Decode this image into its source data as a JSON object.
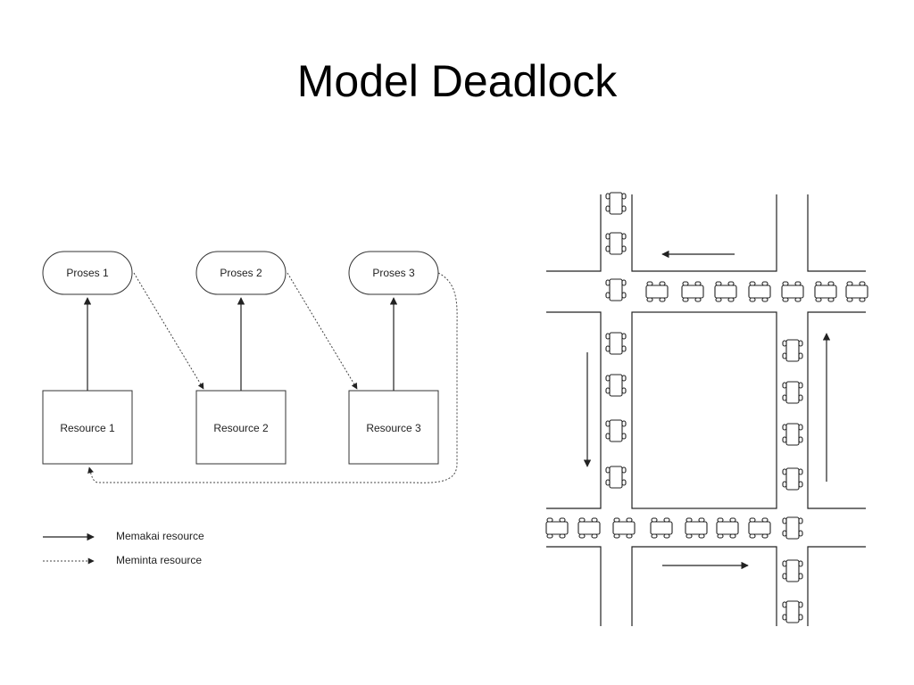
{
  "slide": {
    "title": "Model Deadlock"
  },
  "diagram": {
    "processes": [
      "Proses 1",
      "Proses 2",
      "Proses 3"
    ],
    "resources": [
      "Resource 1",
      "Resource 2",
      "Resource 3"
    ],
    "legend": {
      "holds": "Memakai resource",
      "requests": "Meminta resource"
    }
  },
  "colors": {
    "line": "#222222",
    "text": "#000000"
  }
}
